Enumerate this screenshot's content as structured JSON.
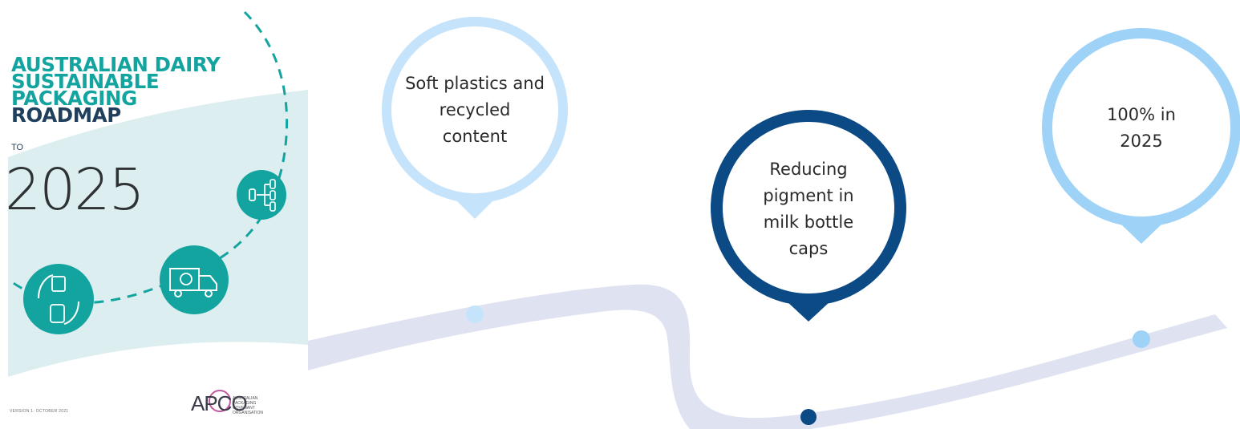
{
  "cover": {
    "title_lines": [
      "AUSTRALIAN DAIRY",
      "SUSTAINABLE",
      "PACKAGING",
      "ROADMAP"
    ],
    "to_label": "TO",
    "year": "2025",
    "version": "VERSION 1: OCTOBER 2021",
    "logo_text": "APCO",
    "logo_desc_lines": [
      "AUSTRALIAN",
      "PACKAGING",
      "COVENANT",
      "ORGANISATION"
    ],
    "icons": [
      "bottle-distribution-icon",
      "recycling-truck-icon",
      "reuse-cycle-icon"
    ],
    "colors": {
      "teal": "#13a4a0",
      "navy": "#1f3f5c",
      "wave": "#dceef0"
    }
  },
  "milestones": [
    {
      "text_lines": [
        "Soft plastics and",
        "recycled",
        "content"
      ],
      "color": "#c5e3fa"
    },
    {
      "text_lines": [
        "Reducing",
        "pigment in",
        "milk bottle",
        "caps"
      ],
      "color": "#0b4a85"
    },
    {
      "text_lines": [
        "100% in",
        "2025"
      ],
      "color": "#9ed3f7"
    }
  ],
  "road_color": "#dfe3f1"
}
